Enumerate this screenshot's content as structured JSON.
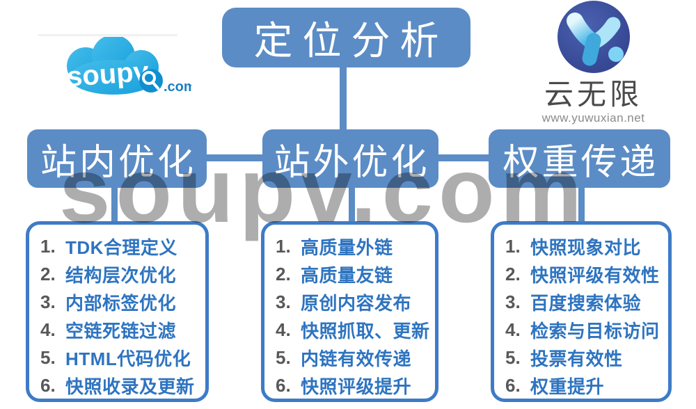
{
  "root": {
    "label": "定位分析"
  },
  "branches": [
    {
      "label": "站内优化",
      "items": [
        {
          "num": "1.",
          "label": "TDK合理定义"
        },
        {
          "num": "2.",
          "label": "结构层次优化"
        },
        {
          "num": "3.",
          "label": "内部标签优化"
        },
        {
          "num": "4.",
          "label": "空链死链过滤"
        },
        {
          "num": "5.",
          "label": "HTML代码优化"
        },
        {
          "num": "6.",
          "label": "快照收录及更新"
        }
      ]
    },
    {
      "label": "站外优化",
      "items": [
        {
          "num": "1.",
          "label": "高质量外链"
        },
        {
          "num": "2.",
          "label": "高质量友链"
        },
        {
          "num": "3.",
          "label": "原创内容发布"
        },
        {
          "num": "4.",
          "label": "快照抓取、更新"
        },
        {
          "num": "5.",
          "label": "内链有效传递"
        },
        {
          "num": "6.",
          "label": "快照评级提升"
        }
      ]
    },
    {
      "label": "权重传递",
      "items": [
        {
          "num": "1.",
          "label": "快照现象对比"
        },
        {
          "num": "2.",
          "label": "快照评级有效性"
        },
        {
          "num": "3.",
          "label": "百度搜索体验"
        },
        {
          "num": "4.",
          "label": "检索与目标访问"
        },
        {
          "num": "5.",
          "label": "投票有效性"
        },
        {
          "num": "6.",
          "label": "权重提升"
        }
      ]
    }
  ],
  "watermark": {
    "text": "soupv.com"
  },
  "logos": {
    "soupv": {
      "wordmark": "soupv",
      "tld": ".com"
    },
    "yuwuxian": {
      "title": "云无限",
      "url": "www.yuwuxian.net"
    }
  },
  "colors": {
    "accent": "#5b8cc5",
    "panel-border": "#3e7bc7",
    "item-text": "#2e74c0",
    "item-num": "#57585a",
    "watermark": "#adadad",
    "cloud": "#29abe2",
    "cloud-dark": "#0f8fd0",
    "tld": "#1b7fc4",
    "navy": "#3c4f9e",
    "splash": "#8fdbf8",
    "title": "#4a4a4a",
    "url": "#8a8a8a"
  }
}
